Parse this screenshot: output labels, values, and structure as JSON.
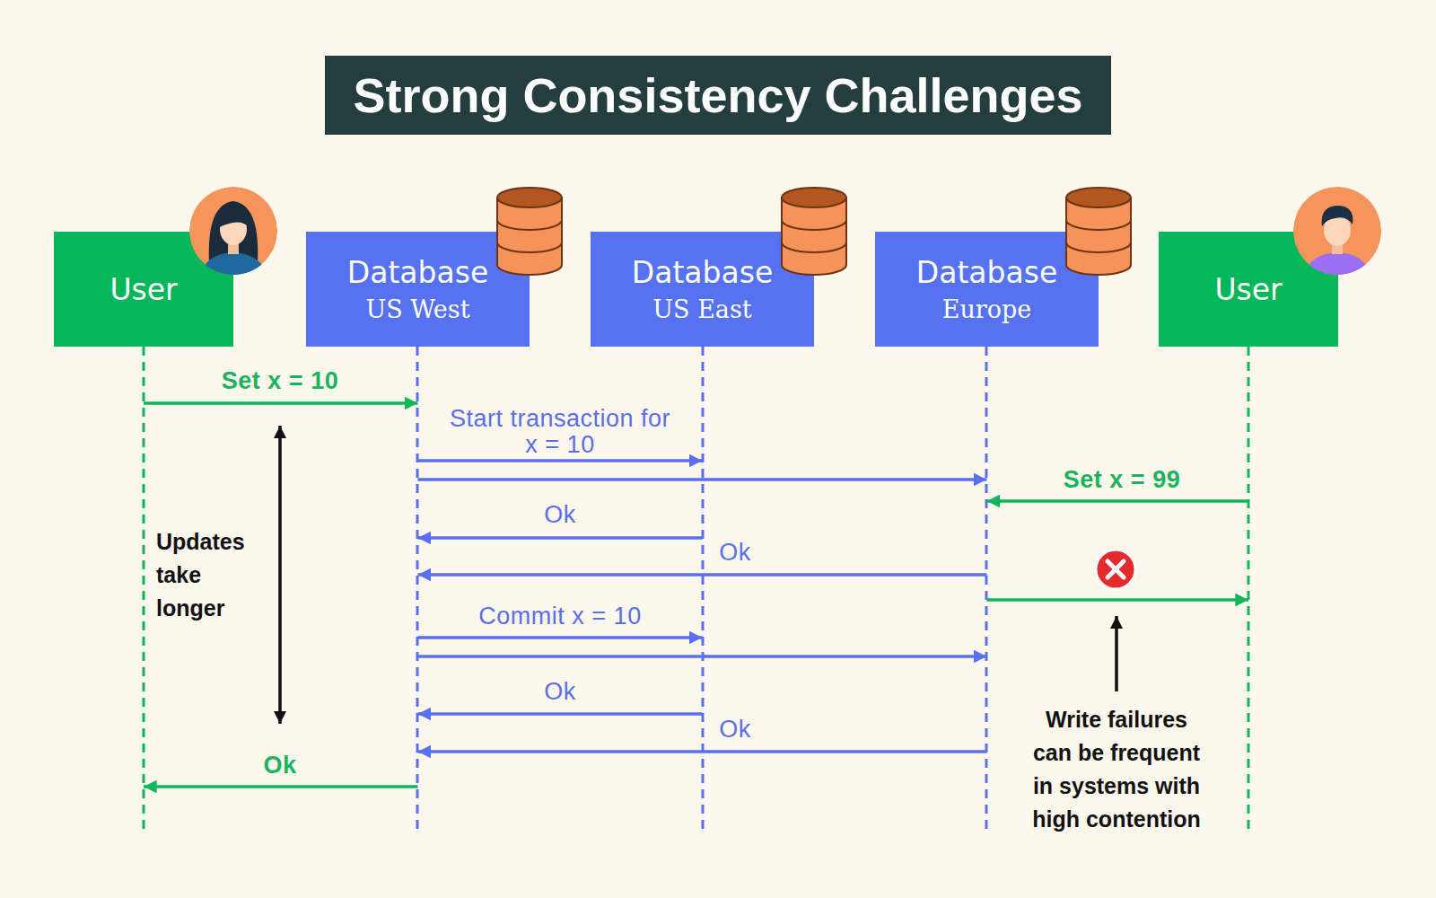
{
  "diagram": {
    "title": "Strong Consistency Challenges",
    "nodes": [
      {
        "text": [
          "User"
        ]
      },
      {
        "text": [
          "Database",
          "US West"
        ]
      },
      {
        "text": [
          "Database",
          "US East"
        ]
      },
      {
        "text": [
          "Database",
          "Europe"
        ]
      },
      {
        "text": [
          "User"
        ]
      }
    ],
    "edges": [
      {
        "from": 0,
        "to": 1,
        "arrow": "to",
        "label": "Set x = 10"
      },
      {
        "from": 1,
        "to": 2,
        "arrow": "to",
        "label": "Start transaction for x = 10"
      },
      {
        "from": 1,
        "to": 3,
        "arrow": "to"
      },
      {
        "from": 4,
        "to": 3,
        "arrow": "to",
        "label": "Set x = 99"
      },
      {
        "from": 2,
        "to": 1,
        "arrow": "to",
        "label": "Ok"
      },
      {
        "from": 3,
        "to": 1,
        "arrow": "to",
        "label": "Ok"
      },
      {
        "from": 3,
        "to": 4,
        "arrow": "to"
      },
      {
        "from": 1,
        "to": 2,
        "arrow": "to",
        "label": "Commit x = 10"
      },
      {
        "from": 1,
        "to": 3,
        "arrow": "to"
      },
      {
        "from": 2,
        "to": 1,
        "arrow": "to",
        "label": "Ok"
      },
      {
        "from": 3,
        "to": 1,
        "arrow": "to",
        "label": "Ok"
      },
      {
        "from": 1,
        "to": 0,
        "arrow": "to",
        "label": "Ok"
      }
    ],
    "labels": [
      "Updates take longer",
      "Write failures can be frequent in systems with high contention"
    ]
  }
}
